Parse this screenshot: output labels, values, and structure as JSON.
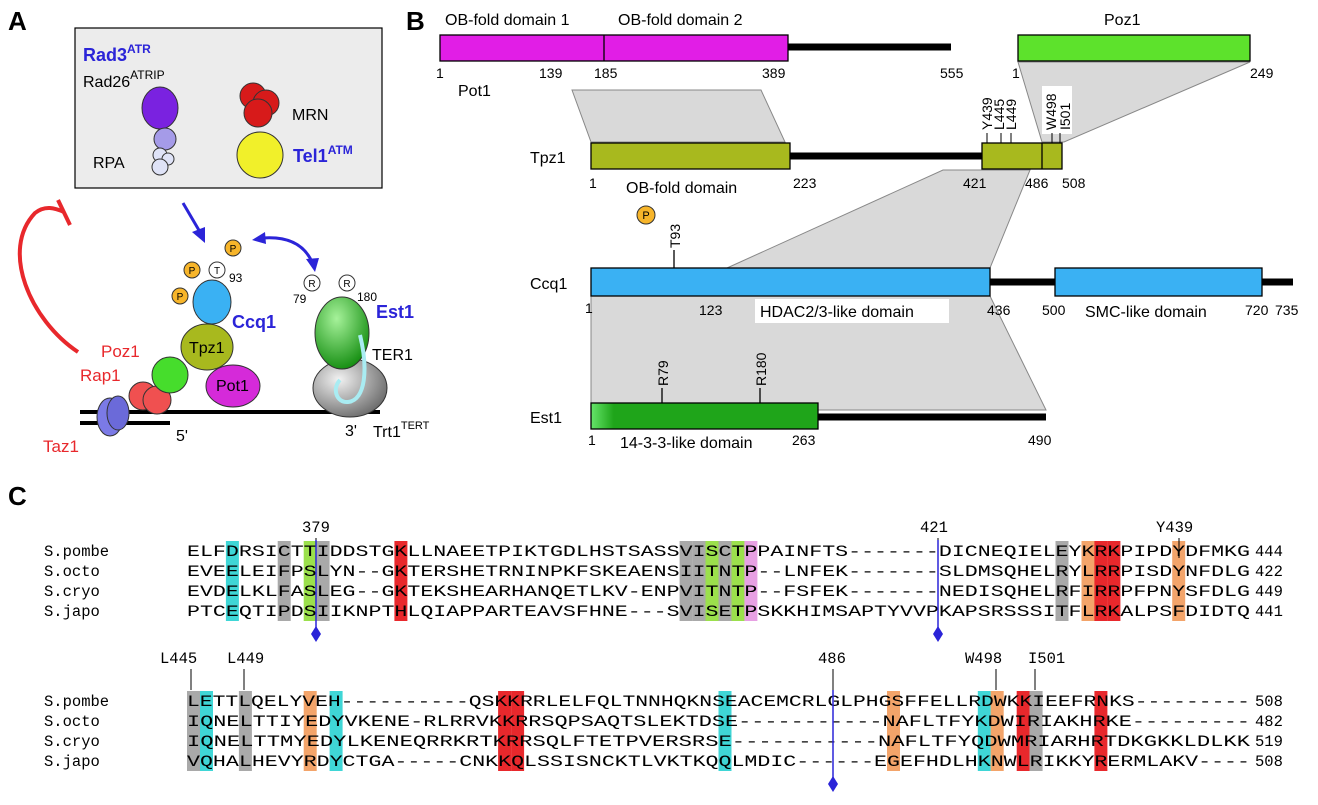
{
  "panels": {
    "A": "A",
    "B": "B",
    "C": "C"
  },
  "panelA": {
    "rad3": "Rad3",
    "rad3_sup": "ATR",
    "rad26": "Rad26",
    "rad26_sup": "ATRIP",
    "rpa": "RPA",
    "mrn": "MRN",
    "tel1": "Tel1",
    "tel1_sup": "ATM",
    "ccq1": "Ccq1",
    "tpz1": "Tpz1",
    "pot1": "Pot1",
    "poz1": "Poz1",
    "rap1": "Rap1",
    "taz1": "Taz1",
    "est1": "Est1",
    "ter1": "TER1",
    "trt1": "Trt1",
    "trt1_sup": "TERT",
    "five_prime": "5'",
    "three_prime": "3'",
    "phospho": "P",
    "thr": "T",
    "thr_num": "93",
    "arg": "R",
    "r79": "79",
    "r180": "180"
  },
  "panelB": {
    "pot1": {
      "name": "Pot1",
      "dom1": "OB-fold domain 1",
      "dom2": "OB-fold domain 2",
      "n1": "1",
      "n2": "139",
      "n3": "185",
      "n4": "389",
      "n5": "555"
    },
    "poz1": {
      "name": "Poz1",
      "n1": "1",
      "n2": "249"
    },
    "tpz1": {
      "name": "Tpz1",
      "dom": "OB-fold domain",
      "n1": "1",
      "n2": "223",
      "n3": "421",
      "n4": "486",
      "n5": "508",
      "res": [
        "Y439",
        "L445",
        "L449",
        "W498",
        "I501"
      ]
    },
    "ccq1": {
      "name": "Ccq1",
      "dom1": "HDAC2/3-like domain",
      "dom2": "SMC-like domain",
      "n1": "1",
      "n2": "123",
      "n3": "436",
      "n4": "500",
      "n5": "720",
      "n6": "735",
      "t93": "T93",
      "p": "P"
    },
    "est1": {
      "name": "Est1",
      "dom": "14-3-3-like domain",
      "n1": "1",
      "n2": "263",
      "n3": "490",
      "r79": "R79",
      "r180": "R180"
    }
  },
  "panelC": {
    "block1": {
      "markers": [
        "379",
        "421",
        "Y439"
      ],
      "rows": [
        {
          "species": "S.pombe",
          "seq": "ELFDRSICTTIDDSTGKLLNAEETPIKTGDLHSTSASSVISCTPPAINFTS-------DICNEQIELEYKRKPIPDYDFMKG",
          "end": "444"
        },
        {
          "species": "S.octo",
          "seq": "EVEELEIFPSLYN--GKTERSHETRNINPKFSKEAENSIITNTP--LNFEK-------SLDMSQHELRYLRRPISDYNFDLG",
          "end": "422"
        },
        {
          "species": "S.cryo",
          "seq": "EVDELKLFASLEG--GKTEKSHEARHANQETLKV-ENPVITNTP--FSFEK-------NEDISQHELRFIRRPFPNYSFDLG",
          "end": "449"
        },
        {
          "species": "S.japo",
          "seq": "PTCEQTIPDSIIKNPTHLQIAPPARTEAVSFHNE---SVISETPSKKHIMSAPTYVVPKAPSRSSSITFLRKALPSFDIDTQ",
          "end": "441"
        }
      ]
    },
    "block2": {
      "markers": [
        "L445",
        "L449",
        "486",
        "W498",
        "I501"
      ],
      "rows": [
        {
          "species": "S.pombe",
          "seq": "LETTLQELYVEH----------QSKKRRLELFQLTNNHQKNSEACEMCRLGLPHGSFFELLRDWKKIEEFRNKS---------",
          "end": "508"
        },
        {
          "species": "S.octo",
          "seq": "IQNELTTIYEDYVKENE-RLRRVKKRRSQPSAQTSLEKTDSE-----------NAFLTFYKDWIRIAKHRKE---------",
          "end": "482"
        },
        {
          "species": "S.cryo",
          "seq": "IQNELTTMYEDYLKENEQRRKRTKRRSQLFTETPVERSRSE-----------NAFLTFYQDWMRIARHRTDKGKKLDLKK",
          "end": "519"
        },
        {
          "species": "S.japo",
          "seq": "VQHALHEVYRDYCTGA-----CNKKQLSSISNCKTLVKTKQQLMDIC------EGEFHDLHKNWLRIKKYRERMLAKV----",
          "end": "508"
        }
      ]
    }
  },
  "colors": {
    "pot1": "#e11ee6",
    "poz1": "#5de22c",
    "tpz1": "#a8b91e",
    "ccq1": "#3ab1f3",
    "est1": "#1fa51a",
    "grey_band": "#d9d9d9",
    "red": "#e8282c",
    "blue": "#2b24d8",
    "cyan": "#3fd6d6",
    "orange": "#f3a46a",
    "grey": "#a9a9a9",
    "green": "#9be04c",
    "pink": "#e7a0e3"
  }
}
